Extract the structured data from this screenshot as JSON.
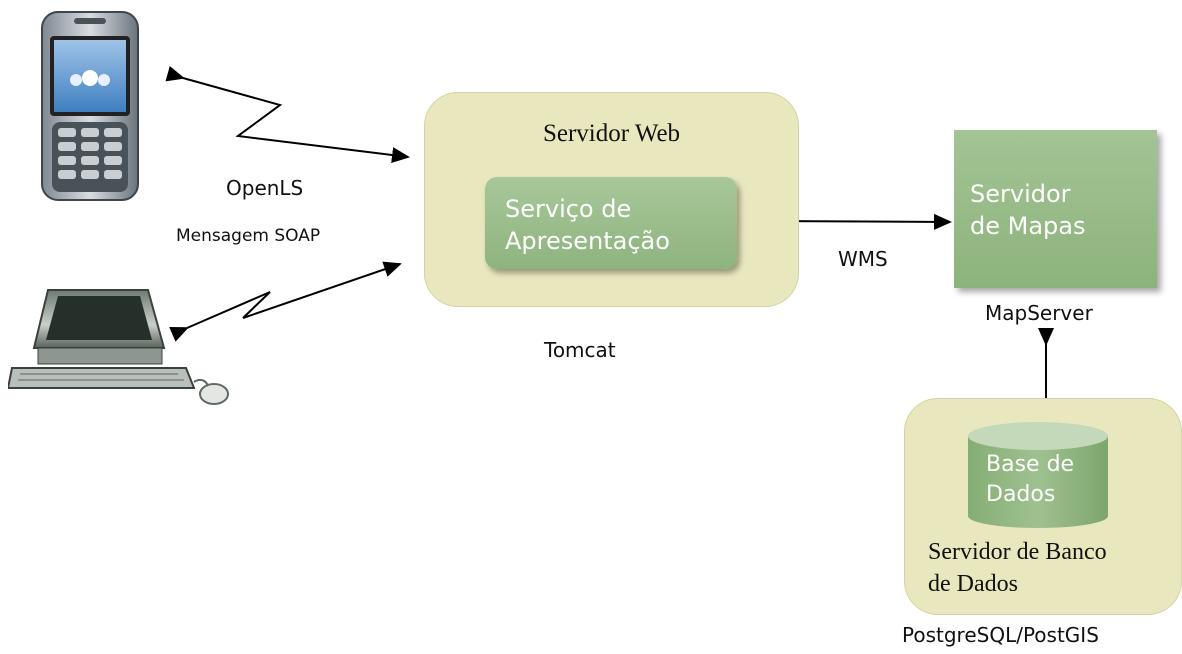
{
  "web_server": {
    "title": "Servidor Web",
    "inner_service": "Serviço de\nApresentação",
    "container": "Tomcat"
  },
  "map_server": {
    "label": "Servidor\nde Mapas",
    "product": "MapServer"
  },
  "database": {
    "cylinder_label": "Base de\nDados",
    "server_label": "Servidor de Banco\nde Dados",
    "product": "PostgreSQL/PostGIS"
  },
  "connections": {
    "client_protocol": "OpenLS",
    "client_message": "Mensagem SOAP",
    "map_protocol": "WMS"
  },
  "icons": {
    "mobile": "mobile-phone-icon",
    "desktop": "desktop-computer-icon"
  },
  "colors": {
    "server_panel": "#e9e7bd",
    "service_green": "#95b985"
  }
}
